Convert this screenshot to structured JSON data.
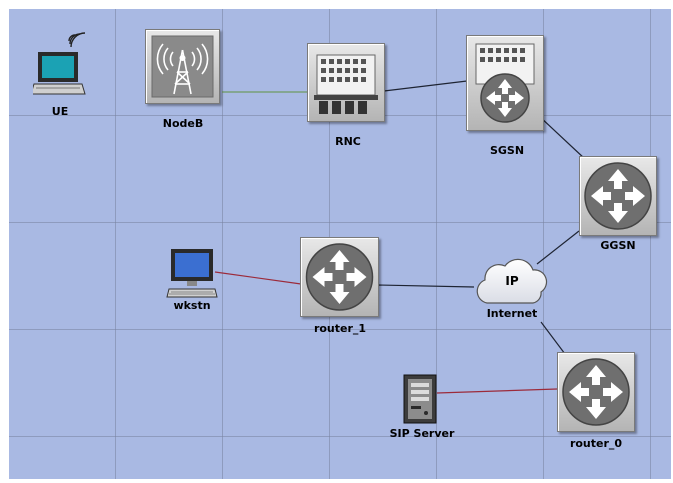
{
  "nodes": {
    "ue": {
      "label": "UE",
      "icon": "laptop-icon"
    },
    "nodeb": {
      "label": "NodeB",
      "icon": "antenna-tower-icon"
    },
    "rnc": {
      "label": "RNC",
      "icon": "building-icon"
    },
    "sgsn": {
      "label": "SGSN",
      "icon": "building-router-icon"
    },
    "ggsn": {
      "label": "GGSN",
      "icon": "router-icon"
    },
    "wkstn": {
      "label": "wkstn",
      "icon": "workstation-icon"
    },
    "router_1": {
      "label": "router_1",
      "icon": "router-icon"
    },
    "internet": {
      "label": "Internet",
      "cloud_text": "IP",
      "icon": "cloud-icon"
    },
    "sip_server": {
      "label": "SIP Server",
      "icon": "server-icon"
    },
    "router_0": {
      "label": "router_0",
      "icon": "router-icon"
    }
  },
  "link_colors": {
    "wireless": "#6e9a62",
    "dark": "#1e2433",
    "red": "#9c2a3a"
  }
}
